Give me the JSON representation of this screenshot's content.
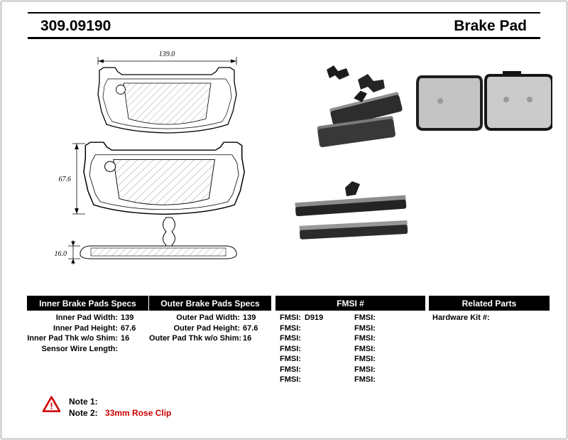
{
  "header": {
    "part_number": "309.09190",
    "product_type": "Brake Pad"
  },
  "drawing": {
    "dim_width": "139.0",
    "dim_height": "67.6",
    "dim_thickness": "16.0"
  },
  "tables": {
    "inner": {
      "header": "Inner Brake Pads Specs",
      "rows": [
        {
          "label": "Inner Pad Width:",
          "value": "139"
        },
        {
          "label": "Inner Pad Height:",
          "value": "67.6"
        },
        {
          "label": "Inner Pad Thk w/o Shim:",
          "value": "16"
        },
        {
          "label": "Sensor Wire Length:",
          "value": ""
        }
      ]
    },
    "outer": {
      "header": "Outer Brake Pads Specs",
      "rows": [
        {
          "label": "Outer Pad Width:",
          "value": "139"
        },
        {
          "label": "Outer Pad Height:",
          "value": "67.6"
        },
        {
          "label": "Outer Pad Thk w/o Shim:",
          "value": "16"
        }
      ]
    },
    "fmsi": {
      "header": "FMSI #",
      "rows": [
        {
          "l_label": "FMSI:",
          "l_value": "D919",
          "r_label": "FMSI:",
          "r_value": ""
        },
        {
          "l_label": "FMSI:",
          "l_value": "",
          "r_label": "FMSI:",
          "r_value": ""
        },
        {
          "l_label": "FMSI:",
          "l_value": "",
          "r_label": "FMSI:",
          "r_value": ""
        },
        {
          "l_label": "FMSI:",
          "l_value": "",
          "r_label": "FMSI:",
          "r_value": ""
        },
        {
          "l_label": "FMSI:",
          "l_value": "",
          "r_label": "FMSI:",
          "r_value": ""
        },
        {
          "l_label": "FMSI:",
          "l_value": "",
          "r_label": "FMSI:",
          "r_value": ""
        },
        {
          "l_label": "FMSI:",
          "l_value": "",
          "r_label": "FMSI:",
          "r_value": ""
        }
      ]
    },
    "related": {
      "header": "Related Parts",
      "rows": [
        {
          "label": "Hardware Kit #:",
          "value": ""
        }
      ]
    }
  },
  "notes": {
    "note1_label": "Note 1:",
    "note1_value": "",
    "note2_label": "Note 2:",
    "note2_value": "33mm Rose Clip"
  },
  "colors": {
    "accent_red": "#cc0000",
    "header_bar": "#000000"
  }
}
